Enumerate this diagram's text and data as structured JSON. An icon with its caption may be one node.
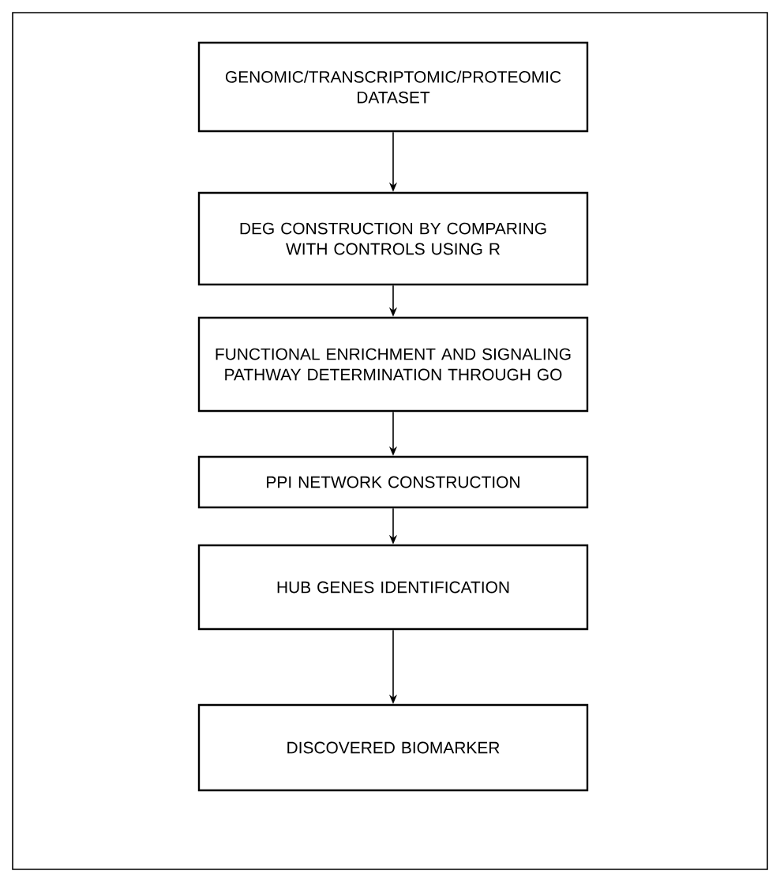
{
  "diagram": {
    "nodes": [
      {
        "text": [
          "GENOMIC/TRANSCRIPTOMIC/PROTEOMIC DATASET"
        ]
      },
      {
        "text": [
          "DEG CONSTRUCTION BY COMPARING WITH CONTROLS USING R"
        ]
      },
      {
        "text": [
          "FUNCTIONAL ENRICHMENT AND SIGNALING PATHWAY DETERMINATION THROUGH GO"
        ]
      },
      {
        "text": [
          "PPI NETWORK CONSTRUCTION"
        ]
      },
      {
        "text": [
          "HUB GENES IDENTIFICATION"
        ]
      },
      {
        "text": [
          "DISCOVERED BIOMARKER"
        ]
      }
    ],
    "edges": [
      {
        "from": 0,
        "to": 1,
        "arrow": "to"
      },
      {
        "from": 1,
        "to": 2,
        "arrow": "to"
      },
      {
        "from": 2,
        "to": 3,
        "arrow": "to"
      },
      {
        "from": 3,
        "to": 4,
        "arrow": "to"
      },
      {
        "from": 4,
        "to": 5,
        "arrow": "to"
      }
    ]
  }
}
